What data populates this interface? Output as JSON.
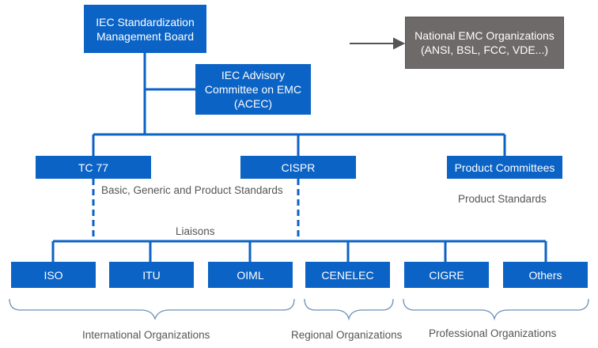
{
  "boxes": {
    "smb": "IEC Standardization\nManagement Board",
    "acec": "IEC Advisory\nCommittee on EMC\n(ACEC)",
    "national": "National EMC Organizations\n(ANSI, BSL, FCC, VDE...)",
    "tc77": "TC 77",
    "cispr": "CISPR",
    "product_committees": "Product Committees",
    "iso": "ISO",
    "itu": "ITU",
    "oiml": "OIML",
    "cenelec": "CENELEC",
    "cigre": "CIGRE",
    "others": "Others"
  },
  "labels": {
    "basic_generic_product": "Basic, Generic and Product Standards",
    "product_standards": "Product Standards",
    "liaisons": "Liaisons",
    "international": "International Organizations",
    "regional": "Regional Organizations",
    "professional": "Professional Organizations"
  },
  "colors": {
    "box_blue": "#0b63c5",
    "box_gray": "#6e6a6a",
    "line_blue": "#0b63c5",
    "text_gray": "#555555"
  }
}
